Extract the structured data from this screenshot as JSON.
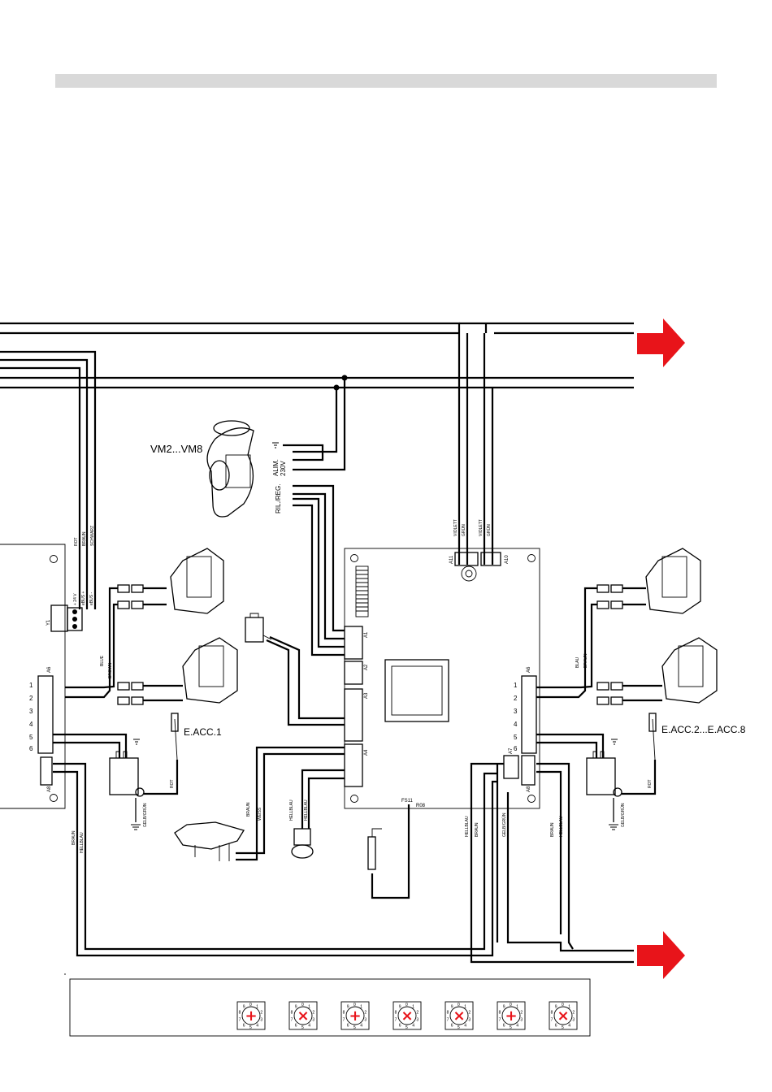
{
  "header_bar": {
    "color": "#d9d9d9"
  },
  "components": {
    "fan": {
      "label": "VM2...VM8",
      "alim": "ALIM.",
      "voltage": "230V",
      "rilreg": "RIL./REG."
    },
    "ignition_left": {
      "label": "E.ACC.1"
    },
    "ignition_right": {
      "label": "E.ACC.2...E.ACC.8"
    }
  },
  "wire_labels": {
    "rot_a": "ROT",
    "braun_a": "BRAUN",
    "schwarz": "SCHWARZ",
    "blue": "BLUE",
    "brown": "BROWN",
    "blau_r": "BLAU",
    "braun_r": "BRAUN",
    "violett1": "VIOLETT",
    "grun1": "GRÜN",
    "violett2": "VIOLETT",
    "grun2": "GRÜN",
    "rot_l": "ROT",
    "gelbgrun_l": "GELB/GRÜN",
    "braun_l": "BRAUN",
    "hellblau_l": "HELLBLAU",
    "braun_fan": "BRAUN",
    "weiss": "WEISS",
    "hellblau_t1": "HELLBLAU",
    "hellblau_t2": "HELLBLAU",
    "hellblau_c": "HELLBLAU",
    "braun_c": "BRAUN",
    "gelbgrun_c": "GELB/GRÜN",
    "braun_c2": "BRAUN",
    "hellblau_c2": "HELLBLAU",
    "rot_r": "ROT",
    "gelbgrun_r": "GELB/GRÜN"
  },
  "terminal": {
    "name": "Y1",
    "plus24": "+ 24 V",
    "ebus_p": "eBUS +",
    "ebus_m": "eBUS -"
  },
  "connectors": {
    "a1": "A1",
    "a2": "A2",
    "a3": "A3",
    "a4": "A4",
    "a6_left": "A6",
    "a8_left": "A8",
    "a6_right": "A6",
    "a7": "A7",
    "a8_right": "A8",
    "a10": "A10",
    "a11": "A11",
    "fs": "FS11",
    "r": "R08"
  },
  "arrows": {
    "color": "#e8141a"
  },
  "dial_marks": [
    "+",
    "×",
    "+",
    "×",
    "×",
    "+",
    "×"
  ],
  "dial_color": "#e8141a"
}
